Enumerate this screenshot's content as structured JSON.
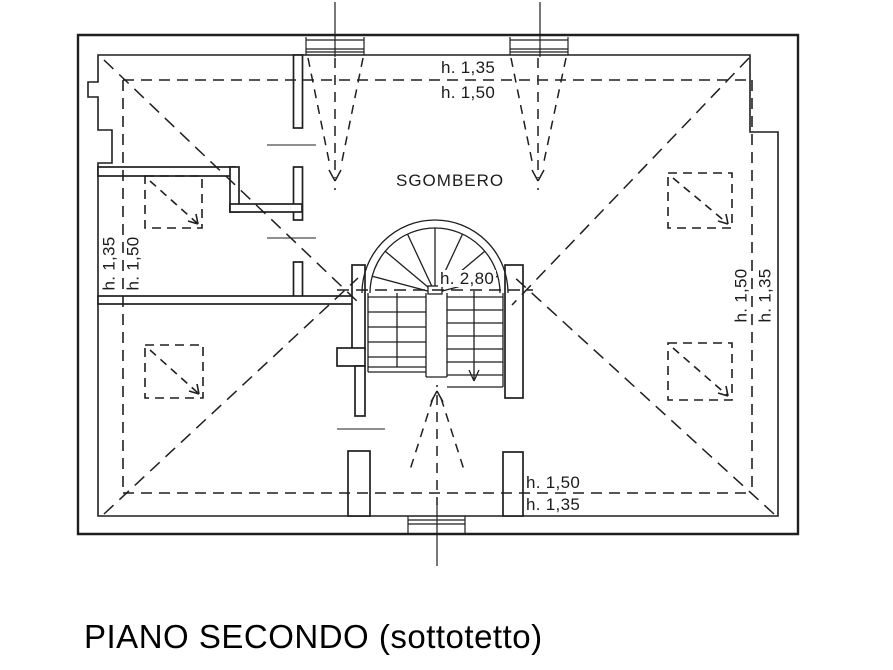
{
  "title": "PIANO SECONDO (sottotetto)",
  "plan": {
    "room_label": "SGOMBERO",
    "stair_height_label": "h. 2,80",
    "height_labels": {
      "top": {
        "outer": "h. 1,35",
        "inner": "h. 1,50"
      },
      "bottom": {
        "inner": "h. 1,50",
        "outer": "h. 1,35"
      },
      "left": {
        "outer": "h. 1,35",
        "inner": "h. 1,50"
      },
      "right": {
        "inner": "h. 1,50",
        "outer": "h. 1,35"
      }
    },
    "line_color": "#1f1f1f",
    "background_color": "#ffffff"
  }
}
